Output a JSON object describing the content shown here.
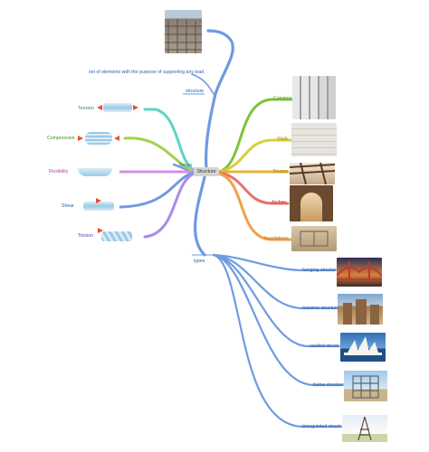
{
  "center_label": "Structure",
  "top": {
    "structure_label": "structure",
    "definition": "set of elements with the purpose of supporting any load"
  },
  "forces": {
    "label": "forces",
    "items": [
      {
        "label": "Tension",
        "color": "#2e8b57"
      },
      {
        "label": "Compression",
        "color": "#3f8f2f"
      },
      {
        "label": "Flexibility",
        "color": "#b03fb0"
      },
      {
        "label": "Shear",
        "color": "#2b5fa8"
      },
      {
        "label": "Torsion",
        "color": "#4a3fb0"
      }
    ]
  },
  "elements": {
    "items": [
      {
        "label": "Columns",
        "color": "#5aa428"
      },
      {
        "label": "Walls",
        "color": "#a09000"
      },
      {
        "label": "Beams",
        "color": "#b08800"
      },
      {
        "label": "Arches",
        "color": "#c0392b"
      },
      {
        "label": "foundations",
        "color": "#c2701d"
      }
    ]
  },
  "types": {
    "label": "types",
    "items": [
      {
        "label": "hanging structures"
      },
      {
        "label": "massive structures"
      },
      {
        "label": "vaulted structure"
      },
      {
        "label": "frame structure"
      },
      {
        "label": "triangulated structure"
      }
    ]
  },
  "colors": {
    "trunk": "#6e9be0",
    "tension_branch": "#5fd3c7",
    "compression_branch": "#9fd34a",
    "flexibility_branch": "#d48ee8",
    "shear_branch": "#6e9be0",
    "torsion_branch": "#a98be8",
    "columns_branch": "#7cc43a",
    "walls_branch": "#d9cf3a",
    "beams_branch": "#e6b33a",
    "arches_branch": "#e8706a",
    "foundations_branch": "#efa24a"
  }
}
